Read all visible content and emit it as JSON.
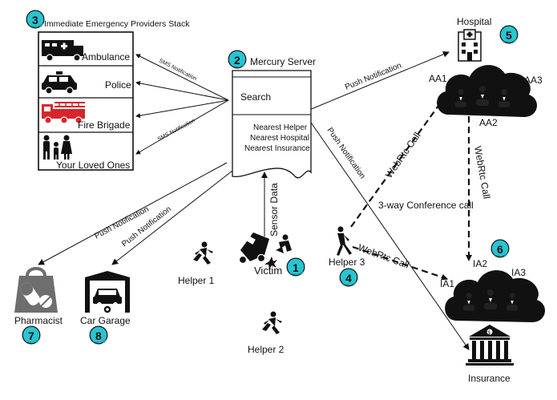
{
  "stack": {
    "badge": "3",
    "title": "Immediate Emergency Providers Stack",
    "providers": [
      {
        "label": "Ambulance",
        "icon": "ambulance-icon"
      },
      {
        "label": "Police",
        "icon": "police-car-icon"
      },
      {
        "label": "Fire Brigade",
        "icon": "fire-truck-icon"
      },
      {
        "label": "Your Loved Ones",
        "icon": "family-icon"
      }
    ]
  },
  "server": {
    "badge": "2",
    "title": "Mercury Server",
    "search": "Search",
    "nearest": [
      "Nearest Helper",
      "Nearest Hospital",
      "Nearest Insurance"
    ]
  },
  "hospital": {
    "badge": "5",
    "label": "Hospital",
    "agents": [
      "AA1",
      "AA2",
      "AA3"
    ]
  },
  "insurance": {
    "badge": "6",
    "label": "Insurance",
    "agents": [
      "IA1",
      "IA2",
      "IA3"
    ]
  },
  "victim": {
    "badge": "1",
    "label": "Victim"
  },
  "helpers": [
    {
      "label": "Helper 1"
    },
    {
      "label": "Helper 2"
    },
    {
      "label": "Helper 3",
      "badge": "4"
    }
  ],
  "pharmacist": {
    "badge": "7",
    "label": "Pharmacist"
  },
  "garage": {
    "badge": "8",
    "label": "Car Garage"
  },
  "edges": {
    "sms_1": "SMS Notification",
    "sms_2": "SMS Notification",
    "push_hospital": "Push Notification",
    "push_insurance": "Push Notification",
    "push_pharmacist": "Push Notification",
    "push_garage": "Push Notification",
    "sensor": "Sensor Data",
    "webrtc_hospital": "WebRtc Call",
    "webrtc_insurance": "WebRtc Call",
    "webrtc_conference": "WebRtc Call",
    "conference": "3-way Conference call"
  },
  "colors": {
    "badge": "#29c4d2",
    "fire": "#d7262b",
    "ink": "#111111",
    "grey": "#6e6e6e"
  }
}
